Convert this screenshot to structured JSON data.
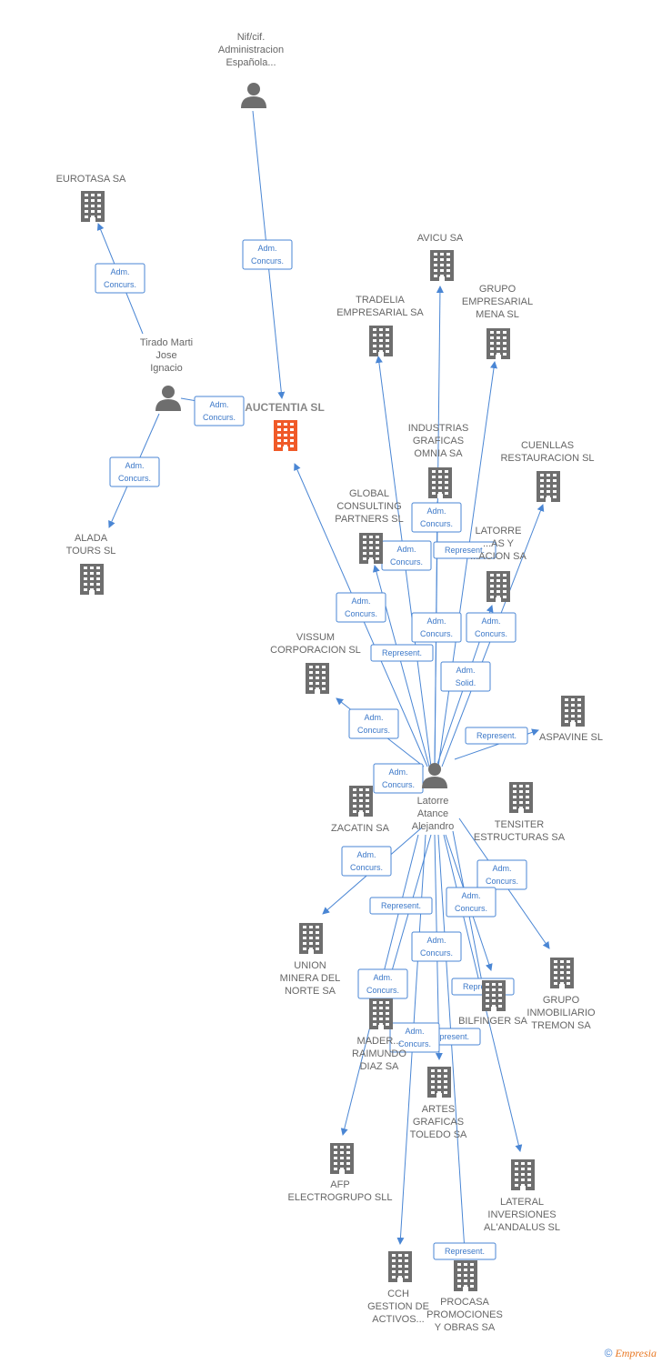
{
  "colors": {
    "edge": "#4a86d4",
    "building": "#6e6e6e",
    "building_main": "#f05a28",
    "person": "#6e6e6e",
    "label": "#666666"
  },
  "nodes": [
    {
      "id": "nif",
      "type": "person",
      "label": [
        "Nif/cif.",
        "Administracion",
        "Española..."
      ]
    },
    {
      "id": "eurotasa",
      "type": "company",
      "label": [
        "EUROTASA SA"
      ]
    },
    {
      "id": "tirado",
      "type": "person",
      "label": [
        "Tirado Marti",
        "Jose",
        "Ignacio"
      ]
    },
    {
      "id": "auctentia",
      "type": "company_main",
      "label": [
        "AUCTENTIA SL"
      ]
    },
    {
      "id": "alada",
      "type": "company",
      "label": [
        "ALADA",
        "TOURS SL"
      ]
    },
    {
      "id": "avicu",
      "type": "company",
      "label": [
        "AVICU SA"
      ]
    },
    {
      "id": "tradelia",
      "type": "company",
      "label": [
        "TRADELIA",
        "EMPRESARIAL SA"
      ]
    },
    {
      "id": "grupomena",
      "type": "company",
      "label": [
        "GRUPO",
        "EMPRESARIAL",
        "MENA SL"
      ]
    },
    {
      "id": "industrias",
      "type": "company",
      "label": [
        "INDUSTRIAS",
        "GRAFICAS",
        "OMNIA SA"
      ]
    },
    {
      "id": "cuenllas",
      "type": "company",
      "label": [
        "CUENLLAS",
        "RESTAURACION SL"
      ]
    },
    {
      "id": "global",
      "type": "company",
      "label": [
        "GLOBAL",
        "CONSULTING",
        "PARTNERS SL"
      ]
    },
    {
      "id": "latorre_co",
      "type": "company",
      "label": [
        "LATORRE",
        "...AS Y",
        "...ACION SA"
      ]
    },
    {
      "id": "vissum",
      "type": "company",
      "label": [
        "VISSUM",
        "CORPORACION SL"
      ]
    },
    {
      "id": "aspavine",
      "type": "company",
      "label": [
        "ASPAVINE SL"
      ]
    },
    {
      "id": "latorre",
      "type": "person",
      "label": [
        "Latorre",
        "Atance",
        "Alejandro"
      ]
    },
    {
      "id": "zacatin",
      "type": "company",
      "label": [
        "ZACATIN SA"
      ]
    },
    {
      "id": "tensiter",
      "type": "company",
      "label": [
        "TENSITER",
        "ESTRUCTURAS SA"
      ]
    },
    {
      "id": "union",
      "type": "company",
      "label": [
        "UNION",
        "MINERA DEL",
        "NORTE SA"
      ]
    },
    {
      "id": "bilfinger",
      "type": "company",
      "label": [
        "BILFINGER SA"
      ]
    },
    {
      "id": "grupoinmo",
      "type": "company",
      "label": [
        "GRUPO",
        "INMOBILIARIO",
        "TREMON SA"
      ]
    },
    {
      "id": "maderas",
      "type": "company",
      "label": [
        "MADER...",
        "RAIMUNDO",
        "DIAZ SA"
      ]
    },
    {
      "id": "artes",
      "type": "company",
      "label": [
        "ARTES",
        "GRAFICAS",
        "TOLEDO SA"
      ]
    },
    {
      "id": "afp",
      "type": "company",
      "label": [
        "AFP",
        "ELECTROGRUPO SLL"
      ]
    },
    {
      "id": "lateral",
      "type": "company",
      "label": [
        "LATERAL",
        "INVERSIONES",
        "AL'ANDALUS SL"
      ]
    },
    {
      "id": "cch",
      "type": "company",
      "label": [
        "CCH",
        "GESTION DE",
        "ACTIVOS..."
      ]
    },
    {
      "id": "procasa",
      "type": "company",
      "label": [
        "PROCASA",
        "PROMOCIONES",
        "Y OBRAS SA"
      ]
    }
  ],
  "edges": [
    {
      "from": "nif",
      "to": "auctentia",
      "label": [
        "Adm.",
        "Concurs."
      ]
    },
    {
      "from": "tirado",
      "to": "eurotasa",
      "label": [
        "Adm.",
        "Concurs."
      ]
    },
    {
      "from": "tirado",
      "to": "auctentia",
      "label": [
        "Adm.",
        "Concurs."
      ]
    },
    {
      "from": "tirado",
      "to": "alada",
      "label": [
        "Adm.",
        "Concurs."
      ]
    },
    {
      "from": "latorre",
      "to": "auctentia",
      "label": [
        "Adm.",
        "Concurs."
      ]
    },
    {
      "from": "latorre",
      "to": "avicu",
      "label": [
        "Adm.",
        "Concurs."
      ]
    },
    {
      "from": "latorre",
      "to": "tradelia",
      "label": [
        "Represent."
      ]
    },
    {
      "from": "latorre",
      "to": "grupomena",
      "label": [
        "Adm.",
        "Concurs."
      ]
    },
    {
      "from": "latorre",
      "to": "industrias",
      "label": [
        "Adm.",
        "Concurs."
      ]
    },
    {
      "from": "latorre",
      "to": "cuenllas",
      "label": [
        "Adm.",
        "Solid."
      ]
    },
    {
      "from": "latorre",
      "to": "global",
      "label": [
        "Adm.",
        "Concurs."
      ]
    },
    {
      "from": "latorre",
      "to": "latorre_co",
      "label": [
        "Represent."
      ]
    },
    {
      "from": "latorre",
      "to": "vissum",
      "label": [
        "Adm.",
        "Concurs."
      ]
    },
    {
      "from": "latorre",
      "to": "aspavine",
      "label": [
        "Represent."
      ]
    },
    {
      "from": "latorre",
      "to": "zacatin",
      "label": [
        "Adm.",
        "Concurs."
      ]
    },
    {
      "from": "latorre",
      "to": "tensiter",
      "label": [
        "Adm.",
        "Concurs."
      ]
    },
    {
      "from": "latorre",
      "to": "union",
      "label": [
        "Adm.",
        "Concurs."
      ]
    },
    {
      "from": "latorre",
      "to": "bilfinger",
      "label": [
        "Adm.",
        "Concurs."
      ]
    },
    {
      "from": "latorre",
      "to": "grupoinmo",
      "label": [
        "Represent."
      ]
    },
    {
      "from": "latorre",
      "to": "maderas",
      "label": [
        "Represent."
      ]
    },
    {
      "from": "latorre",
      "to": "artes",
      "label": [
        "Adm.",
        "Concurs."
      ]
    },
    {
      "from": "latorre",
      "to": "afp",
      "label": [
        "Adm.",
        "Concurs."
      ]
    },
    {
      "from": "latorre",
      "to": "lateral",
      "label": [
        "Represent."
      ]
    },
    {
      "from": "latorre",
      "to": "cch",
      "label": [
        "Adm.",
        "Concurs."
      ]
    },
    {
      "from": "latorre",
      "to": "procasa",
      "label": [
        "Represent."
      ]
    }
  ],
  "footer": {
    "copyright": "©",
    "brand": "Empresia"
  }
}
